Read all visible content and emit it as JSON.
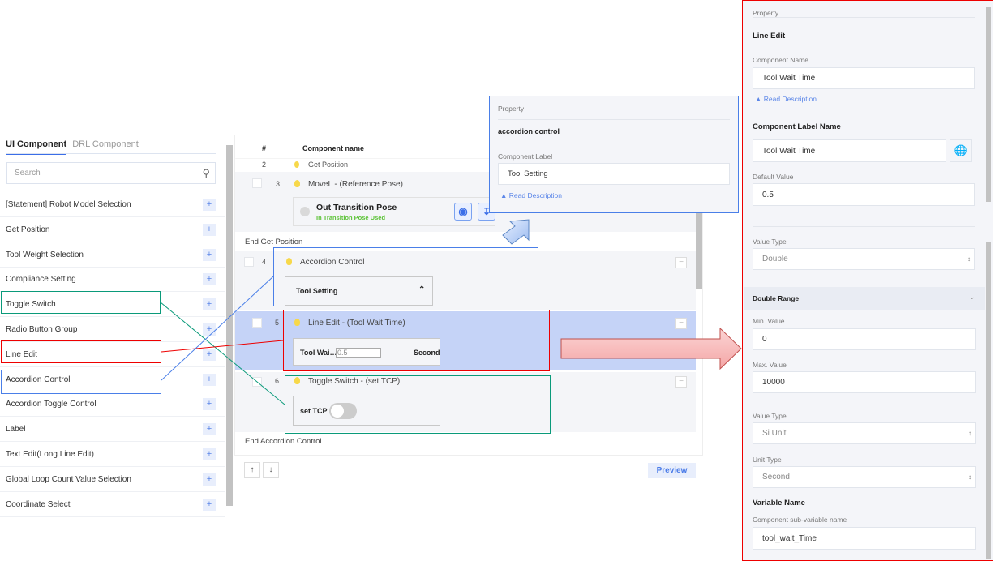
{
  "left_panel": {
    "tabs": [
      {
        "label": "UI Component",
        "active": true
      },
      {
        "label": "DRL Component",
        "active": false
      }
    ],
    "search_placeholder": "Search",
    "items": [
      "[Statement] Robot Model Selection",
      "Get Position",
      "Tool Weight Selection",
      "Compliance Setting",
      "Toggle Switch",
      "Radio Button Group",
      "Line Edit",
      "Accordion Control",
      "Accordion Toggle Control",
      "Label",
      "Text Edit(Long Line Edit)",
      "Global Loop Count Value Selection",
      "Coordinate Select"
    ],
    "add_icon": "+"
  },
  "main": {
    "headers": {
      "num": "#",
      "name": "Component name"
    },
    "partial_row": {
      "num": "2",
      "title": "Get Position"
    },
    "rows": [
      {
        "num": "3",
        "title": "MoveL - (Reference Pose)",
        "card_title": "Out Transition Pose",
        "card_sub": "In Transition Pose Used"
      },
      {
        "num": "4",
        "title": "Accordion Control",
        "card_label": "Tool Setting"
      },
      {
        "num": "5",
        "title": "Line Edit - (Tool Wait Time)",
        "card_label": "Tool Wai…",
        "card_value": "0.5",
        "card_unit": "Second"
      },
      {
        "num": "6",
        "title": "Toggle Switch - (set TCP)",
        "card_label": "set TCP",
        "toggle_on": false
      }
    ],
    "end_get_position": "End Get Position",
    "end_accordion": "End Accordion Control",
    "move_up": "↑",
    "move_down": "↓",
    "preview": "Preview"
  },
  "popup": {
    "header": "Property",
    "title": "accordion control",
    "label": "Component Label",
    "value": "Tool Setting",
    "read_description": "Read Description"
  },
  "property": {
    "header": "Property",
    "title": "Line Edit",
    "component_name_label": "Component Name",
    "component_name": "Tool Wait Time",
    "read_description": "Read Description",
    "label_name_heading": "Component Label Name",
    "label_name": "Tool Wait Time",
    "default_value_label": "Default Value",
    "default_value": "0.5",
    "value_type_label": "Value Type",
    "value_type": "Double",
    "range_heading": "Double Range",
    "min_label": "Min. Value",
    "min": "0",
    "max_label": "Max. Value",
    "max": "10000",
    "value_type2_label": "Value Type",
    "value_type2": "Si Unit",
    "unit_type_label": "Unit Type",
    "unit_type": "Second",
    "variable_heading": "Variable Name",
    "sub_variable_label": "Component sub-variable name",
    "sub_variable": "tool_wait_Time"
  },
  "colors": {
    "accent": "#3b6ee8",
    "selected_row": "#c5d3f7",
    "annotation_red": "#e00000",
    "annotation_blue": "#4a7fe8",
    "annotation_green": "#0a9a7a",
    "success": "#5bc236"
  }
}
